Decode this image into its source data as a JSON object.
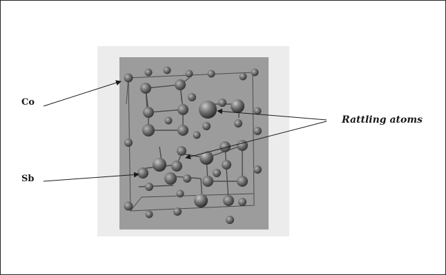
{
  "labels": {
    "co": "Co",
    "sb": "Sb",
    "rattling": "Rattling atoms"
  },
  "colors": {
    "frame": "#9a9a9a",
    "panel": "#e8e8e8",
    "atom_dark": "#3a3a3a",
    "atom_light": "#b5b5b5",
    "bond": "#4a4a4a"
  }
}
